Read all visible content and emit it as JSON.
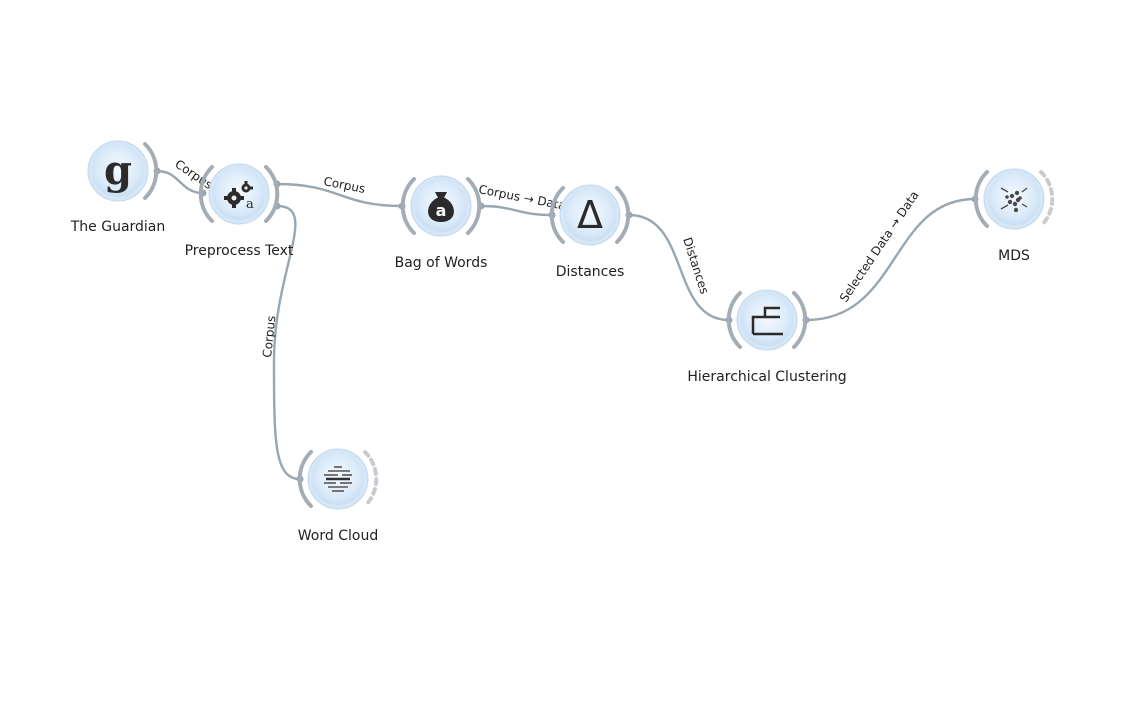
{
  "nodes": [
    {
      "id": "guardian",
      "label": "The Guardian",
      "icon": "guardian-g-icon",
      "glyph": "g",
      "input": false,
      "output": true
    },
    {
      "id": "preprocess",
      "label": "Preprocess Text",
      "icon": "gears-icon",
      "input": true,
      "output": true
    },
    {
      "id": "bow",
      "label": "Bag of Words",
      "icon": "money-bag-icon",
      "glyph": "a",
      "input": true,
      "output": true
    },
    {
      "id": "distances",
      "label": "Distances",
      "icon": "delta-icon",
      "glyph": "Δ",
      "input": true,
      "output": true
    },
    {
      "id": "hclust",
      "label": "Hierarchical Clustering",
      "icon": "dendrogram-icon",
      "input": true,
      "output": true
    },
    {
      "id": "mds",
      "label": "MDS",
      "icon": "scatter-points-icon",
      "input": true,
      "output": "dashed"
    },
    {
      "id": "wordcloud",
      "label": "Word Cloud",
      "icon": "word-cloud-icon",
      "input": true,
      "output": "dashed"
    }
  ],
  "links": [
    {
      "id": "guardian-preprocess",
      "label": "Corpus"
    },
    {
      "id": "preprocess-bow",
      "label": "Corpus"
    },
    {
      "id": "bow-distances",
      "label": "Corpus → Data"
    },
    {
      "id": "distances-hclust",
      "label": "Distances"
    },
    {
      "id": "hclust-mds",
      "label": "Selected Data → Data"
    },
    {
      "id": "preprocess-wordcloud",
      "label": "Corpus"
    }
  ],
  "colors": {
    "node_fill": "#d5e6f6",
    "link": "#9aa6b0",
    "bracket": "#a4adb5",
    "icon": "#2b2b2b"
  }
}
